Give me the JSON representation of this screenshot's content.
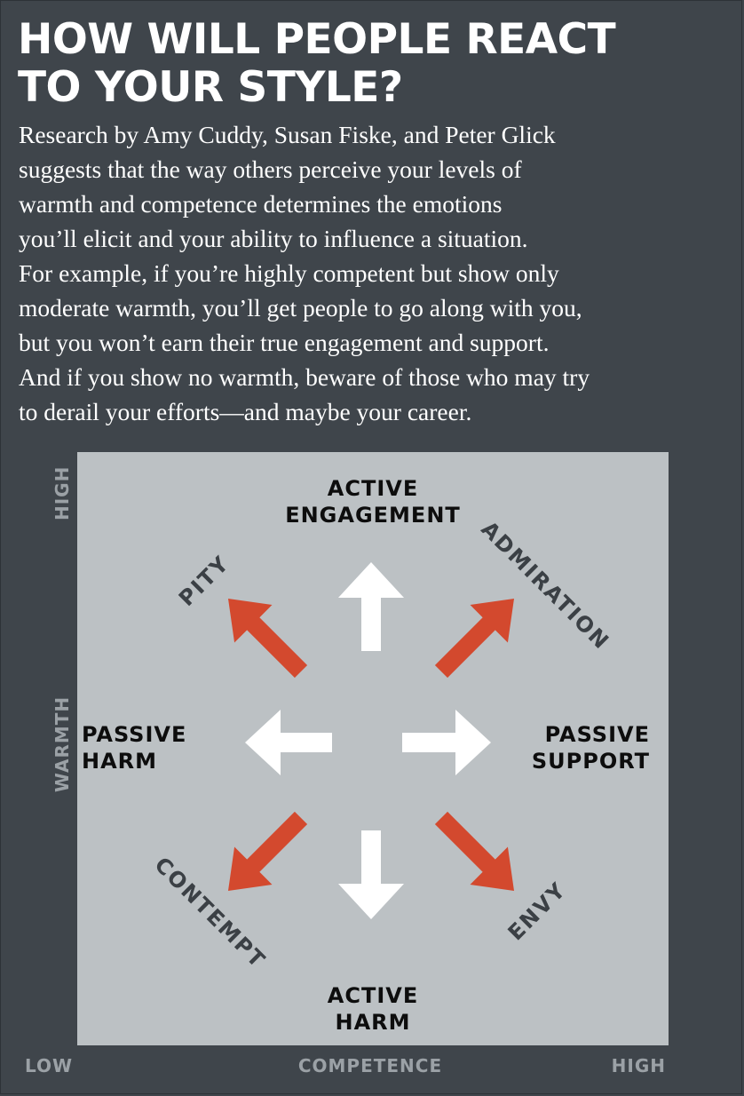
{
  "title_lines": [
    "HOW WILL PEOPLE REACT",
    "TO YOUR STYLE?"
  ],
  "body_lines": [
    "Research by Amy Cuddy, Susan Fiske, and Peter Glick",
    "suggests that the way others perceive your levels of",
    "warmth and competence determines the emotions",
    "you’ll elicit and your ability to influence a situation.",
    "For example, if you’re highly competent but show only",
    "moderate warmth, you’ll get people to go along with you,",
    "but you won’t earn their true engagement and support.",
    "And if you show no warmth, beware of those who may try",
    "to derail your efforts—and maybe your career."
  ],
  "axes": {
    "y_label": "WARMTH",
    "y_high": "HIGH",
    "x_label": "COMPETENCE",
    "x_low": "LOW",
    "x_high": "HIGH"
  },
  "labels": {
    "top_line1": "ACTIVE",
    "top_line2": "ENGAGEMENT",
    "bottom_line1": "ACTIVE",
    "bottom_line2": "HARM",
    "left_line1": "PASSIVE",
    "left_line2": "HARM",
    "right_line1": "PASSIVE",
    "right_line2": "SUPPORT"
  },
  "emotions": {
    "upper_left": "PITY",
    "upper_right": "ADMIRATION",
    "lower_left": "CONTEMPT",
    "lower_right": "ENVY"
  },
  "colors": {
    "background": "#3f454b",
    "panel": "#bcc1c4",
    "white_arrow": "#ffffff",
    "red_arrow": "#d3492e"
  }
}
